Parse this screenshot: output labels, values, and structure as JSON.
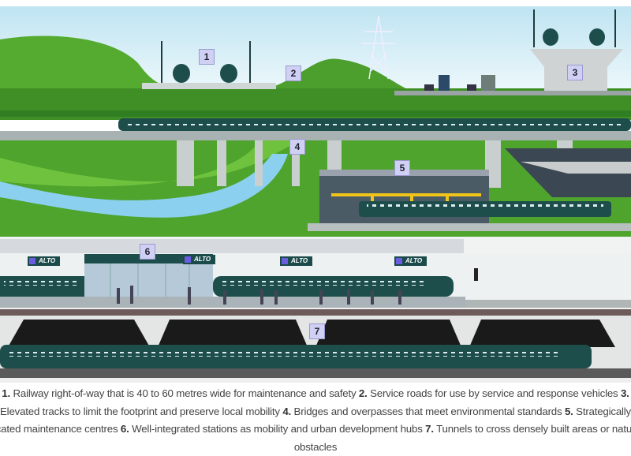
{
  "labels": [
    "1",
    "2",
    "3",
    "4",
    "5",
    "6",
    "7"
  ],
  "brand": "ALTO",
  "caption": [
    {
      "num": "1.",
      "text": " Railway right-of-way that is 40 to 60 metres wide for maintenance and safety "
    },
    {
      "num": "2.",
      "text": " Service roads for use by service and response vehicles "
    },
    {
      "num": "3.",
      "text": " Elevated tracks to limit the footprint and preserve local mobility "
    },
    {
      "num": "4.",
      "text": " Bridges and overpasses that meet environmental standards "
    },
    {
      "num": "5.",
      "text": " Strategically located maintenance centres "
    },
    {
      "num": "6.",
      "text": " Well-integrated stations as mobility and urban development hubs "
    },
    {
      "num": "7.",
      "text": " Tunnels to cross densely built areas or natural obstacles"
    }
  ],
  "colors": {
    "sky": "#cdeaf3",
    "grass": "#4ea42c",
    "train": "#1d4e4c",
    "label_bg": "#cfd0f3"
  }
}
